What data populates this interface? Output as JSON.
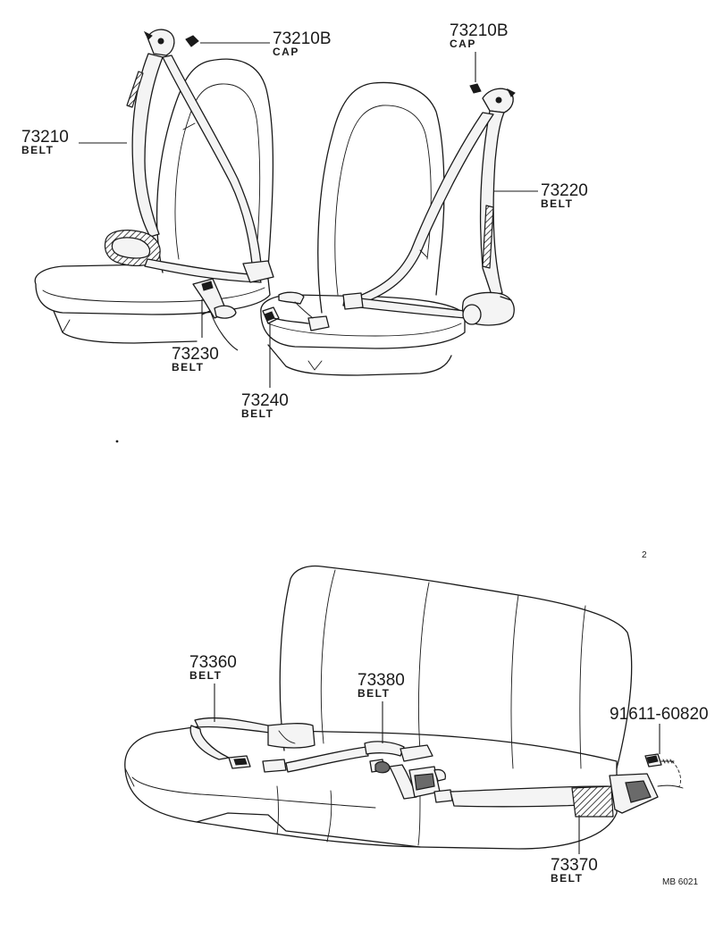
{
  "callouts": [
    {
      "part_number": "73210B",
      "description": "CAP"
    },
    {
      "part_number": "73210B",
      "description": "CAP"
    },
    {
      "part_number": "73210",
      "description": "BELT"
    },
    {
      "part_number": "73220",
      "description": "BELT"
    },
    {
      "part_number": "73230",
      "description": "BELT"
    },
    {
      "part_number": "73240",
      "description": "BELT"
    },
    {
      "part_number": "73360",
      "description": "BELT"
    },
    {
      "part_number": "73380",
      "description": "BELT"
    },
    {
      "part_number": "91611-60820",
      "description": ""
    },
    {
      "part_number": "73370",
      "description": "BELT"
    }
  ],
  "drawing_code": "MB 6021",
  "stray_marks": [
    "2"
  ]
}
